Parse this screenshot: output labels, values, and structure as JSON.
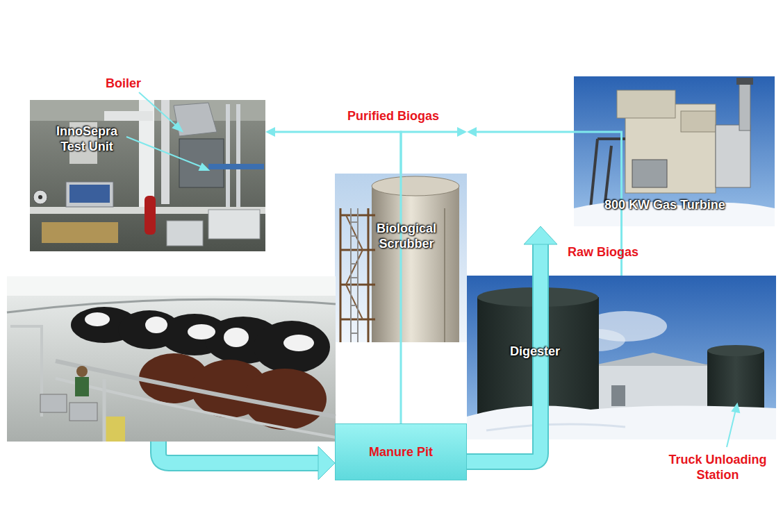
{
  "diagram": {
    "nodes": [
      {
        "text": [
          "InnoSepra Test Unit"
        ]
      },
      {
        "text": [
          "800 KW Gas Turbine"
        ]
      },
      {
        "text": [
          "Biological Scrubber"
        ]
      },
      {
        "text": [
          "Digester"
        ]
      },
      {
        "text": [
          "Manure Pit"
        ]
      }
    ],
    "edges": [
      {
        "from": 2,
        "to": 0,
        "arrow": "to",
        "label": "Purified Biogas"
      },
      {
        "from": 2,
        "to": 1,
        "arrow": "to"
      },
      {
        "from": 3,
        "to": 2,
        "arrow": "to",
        "label": "Raw Biogas"
      },
      {
        "from": 4,
        "to": 3,
        "arrow": "to"
      }
    ],
    "labels": [
      "Boiler",
      "Truck Unloading Station"
    ]
  }
}
